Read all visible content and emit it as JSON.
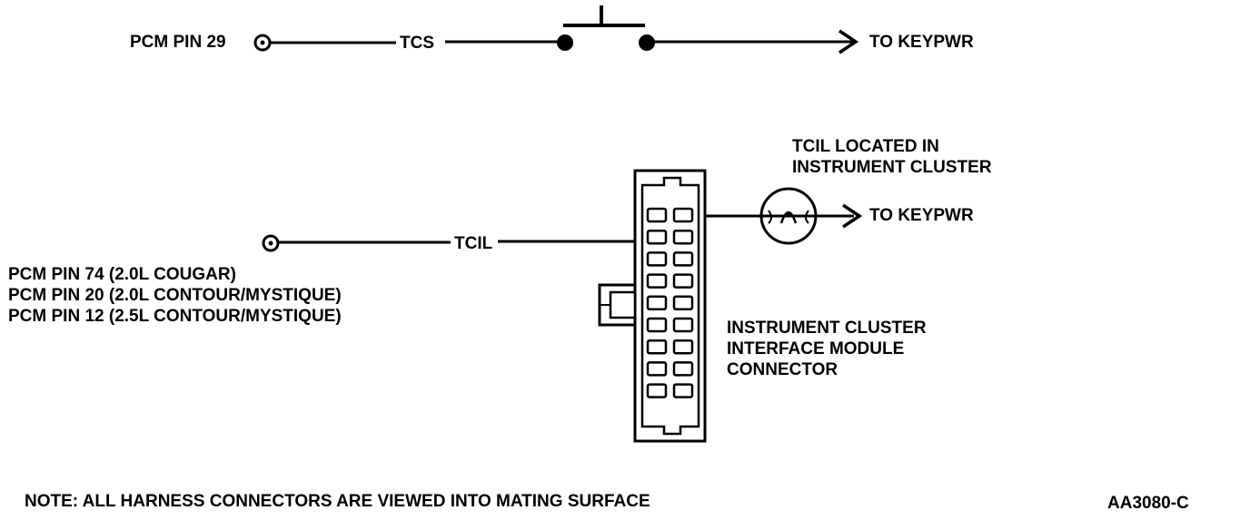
{
  "colors": {
    "ink": "#000000",
    "paper": "#ffffff"
  },
  "top_circuit": {
    "pin_label": "PCM PIN 29",
    "wire_label": "TCS",
    "destination": "TO KEYPWR",
    "switch_icon": "normally-open-switch-icon"
  },
  "bottom_circuit": {
    "pin_labels": [
      "PCM PIN 74 (2.0L COUGAR)",
      "PCM PIN 20 (2.0L CONTOUR/MYSTIQUE)",
      "PCM PIN 12 (2.5L CONTOUR/MYSTIQUE)"
    ],
    "wire_label": "TCIL",
    "lamp_note": [
      "TCIL LOCATED IN",
      "INSTRUMENT CLUSTER"
    ],
    "destination": "TO KEYPWR",
    "lamp_icon": "indicator-lamp-icon"
  },
  "connector": {
    "title_lines": [
      "INSTRUMENT CLUSTER",
      "INTERFACE MODULE",
      "CONNECTOR"
    ],
    "cavity_rows": 9,
    "cavity_cols": 2
  },
  "footer": {
    "note": "NOTE: ALL HARNESS CONNECTORS ARE VIEWED INTO MATING SURFACE",
    "figure_id": "AA3080-C"
  }
}
